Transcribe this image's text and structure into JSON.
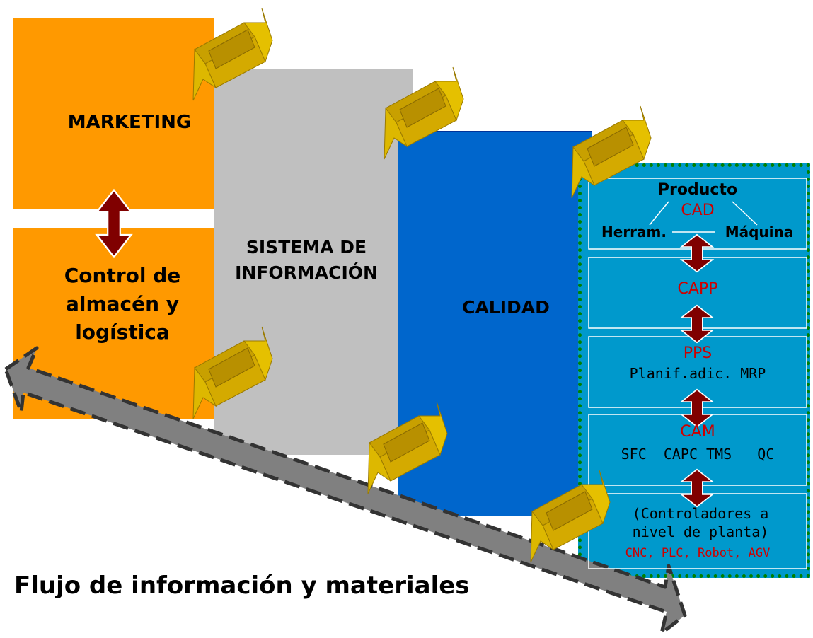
{
  "marketing": {
    "label": "MARKETING",
    "color": "#FF9900"
  },
  "control": {
    "label_line1": "Control de",
    "label_line2": "almacén y",
    "label_line3": "logística",
    "color": "#FF9900"
  },
  "sistema": {
    "label_line1": "SISTEMA DE",
    "label_line2": "INFORMACIÓN",
    "color": "#C0C0C0"
  },
  "calidad": {
    "label": "CALIDAD",
    "color": "#0066CC"
  },
  "cim_stack": {
    "color": "#0099CC",
    "border_color": "#008000",
    "level1": {
      "title": "Producto",
      "module": "CAD",
      "left": "Herram.",
      "right": "Máquina"
    },
    "level2": {
      "module": "CAPP"
    },
    "level3": {
      "module": "PPS",
      "detail": "Planif.adic. MRP"
    },
    "level4": {
      "module": "CAM",
      "detail": "SFC  CAPC TMS   QC"
    },
    "level5": {
      "detail_line1": "(Controladores a",
      "detail_line2": "nivel de planta)",
      "devices": "CNC, PLC, Robot, AGV"
    }
  },
  "flow_caption": "Flujo de información y materiales",
  "icons": {
    "connector": "gold-bracket-connector-icon",
    "double_arrow": "dark-red-double-arrow-icon",
    "flow_arrow": "gray-dashed-double-arrow-icon"
  },
  "colors": {
    "module_red": "#CC0000",
    "arrow_red": "#800000",
    "connector_gold": "#D4AA00",
    "flow_gray": "#808080"
  }
}
